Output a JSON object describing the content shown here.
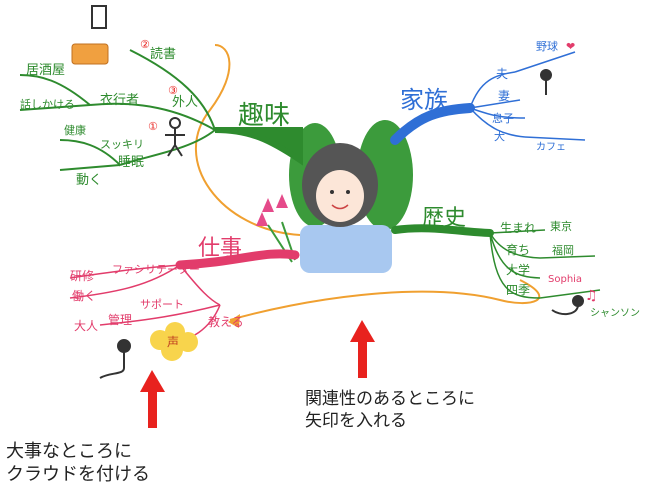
{
  "center": {
    "branches": {
      "hobby": {
        "title": "趣味",
        "color": "#2e8b2e"
      },
      "family": {
        "title": "家族",
        "color": "#2f6fd6"
      },
      "history": {
        "title": "歴史",
        "color": "#2e8b2e"
      },
      "work": {
        "title": "仕事",
        "color": "#e23c6b"
      }
    }
  },
  "hobby": {
    "reading": "読書",
    "izakaya": "居酒屋",
    "talk": "話しかける",
    "kind": "衣行者",
    "gaijin": "外人",
    "health": "健康",
    "sukkiri": "スッキリ",
    "move": "動く",
    "sleep": "睡眠",
    "nums": [
      "②",
      "③",
      "①"
    ]
  },
  "family": {
    "husband": "夫",
    "pet": "野球",
    "wife": "妻",
    "son": "息子",
    "dog": "犬",
    "cafe": "カフェ",
    "heart": "❤"
  },
  "history": {
    "born": "生まれ",
    "tokyo": "東京",
    "grow": "育ち",
    "fuku": "福岡",
    "univ": "大学",
    "shiki": "四季",
    "sophia": "Sophia",
    "chanson": "シャンソン"
  },
  "work": {
    "training": "研修",
    "facil": "ファシリテーター",
    "hataraku": "働く",
    "adult": "大人",
    "mgmt": "管理",
    "support": "サポート",
    "voice": "声",
    "teach": "教える"
  },
  "notes": {
    "arrow_note_line1": "関連性のあるところに",
    "arrow_note_line2": "矢印を入れる",
    "cloud_note_line1": "大事なところに",
    "cloud_note_line2": "クラウドを付ける"
  },
  "colors": {
    "hobby": "#2e8b2e",
    "family": "#2f6fd6",
    "history": "#2e8b2e",
    "work": "#e23c6b",
    "arrow": "#f0a030",
    "red": "#e8221e"
  }
}
